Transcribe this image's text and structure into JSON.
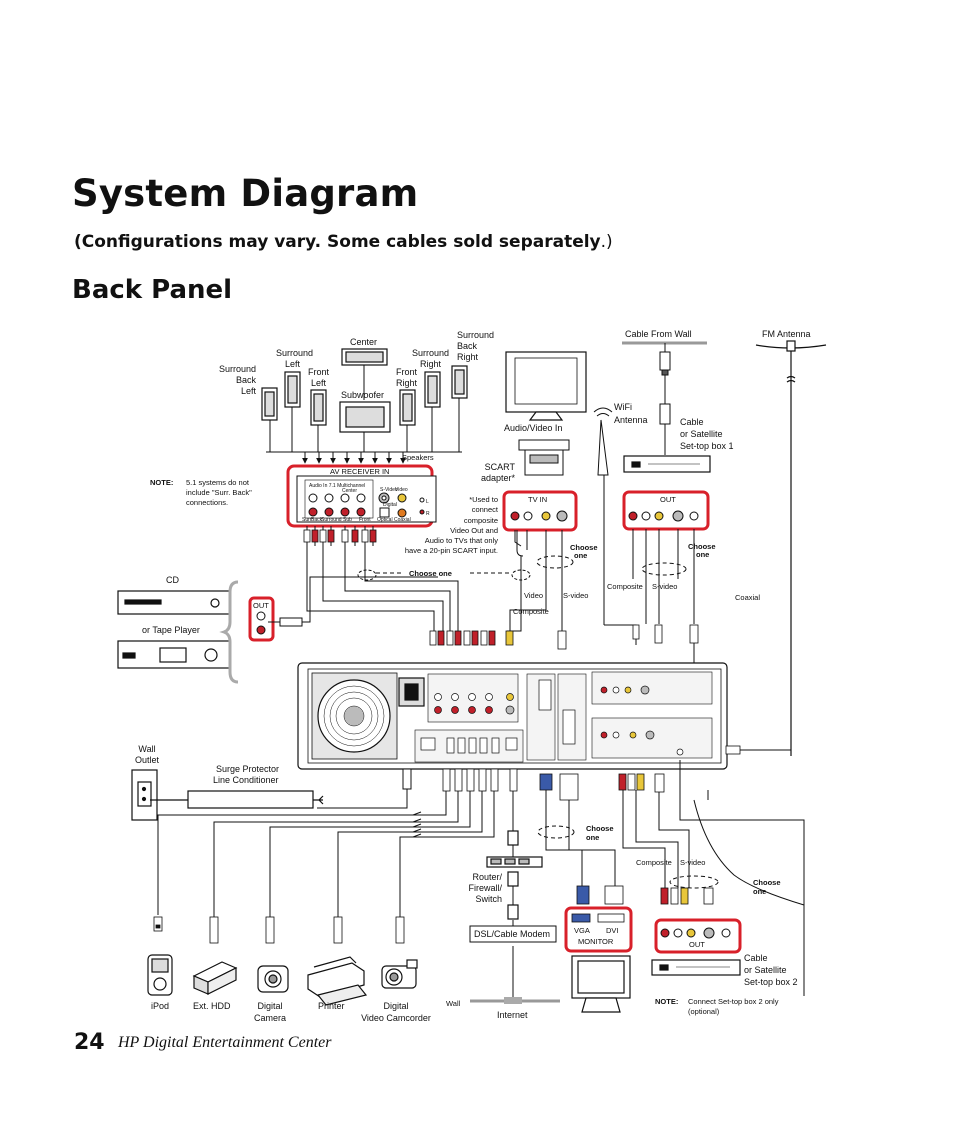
{
  "page": {
    "title": "System Diagram",
    "subtitle_bold": "(Configurations may vary. Some cables sold separately",
    "subtitle_tail": ".)",
    "section_title": "Back Panel",
    "page_number": "24",
    "footer_text": "HP Digital Entertainment Center"
  },
  "speakers": {
    "surround_back_left": [
      "Surround",
      "Back",
      "Left"
    ],
    "surround_left": [
      "Surround",
      "Left"
    ],
    "front_left": [
      "Front",
      "Left"
    ],
    "center": "Center",
    "subwoofer": "Subwoofer",
    "front_right": [
      "Front",
      "Right"
    ],
    "surround_right": [
      "Surround",
      "Right"
    ],
    "surround_back_right": [
      "Surround",
      "Back",
      "Right"
    ],
    "speakers_label": "Speakers"
  },
  "av_receiver": {
    "title": "AV RECEIVER IN",
    "inner_label": "Audio In 7.1 Multichannel",
    "inner_sub": "Center",
    "svideo": "S-Video",
    "video": "Video",
    "digital": "Digital",
    "optical": "Optical",
    "coaxial": "Coaxial",
    "ports": [
      "Surr",
      "Back",
      "Surround",
      "Sub",
      "Front"
    ],
    "side_marks": [
      "L",
      "R"
    ]
  },
  "notes": {
    "note_label": "NOTE:",
    "surround_note": [
      "5.1 systems do not",
      "include \"Surr. Back\"",
      "connections."
    ],
    "settop_note": [
      "Connect Set-top box 2 only",
      "(optional)"
    ],
    "scart_note": [
      "*Used to",
      "connect",
      "composite",
      "Video Out and",
      "Audio to TVs that only",
      "have a 20-pin SCART input."
    ]
  },
  "tv": {
    "audio_video_in": "Audio/Video In",
    "scart_adapter": [
      "SCART",
      "adapter*"
    ],
    "tv_in": "TV IN"
  },
  "settop1": {
    "cable_from_wall": "Cable From Wall",
    "fm_antenna": "FM Antenna",
    "wifi": [
      "WiFi",
      "Antenna"
    ],
    "label": [
      "Cable",
      "or Satellite",
      "Set-top box 1"
    ],
    "out": "OUT",
    "choose_one": [
      "Choose",
      "one"
    ],
    "composite": "Composite",
    "svideo": "S-video",
    "coaxial": "Coaxial"
  },
  "sources": {
    "cd": "CD",
    "tape": "or Tape Player",
    "out": "OUT",
    "choose_one": "Choose one",
    "video": "Video",
    "svideo": "S-video",
    "composite": "Composite",
    "choose_one_tv": [
      "Choose",
      "one"
    ]
  },
  "power": {
    "wall_outlet": [
      "Wall",
      "Outlet"
    ],
    "surge": [
      "Surge Protector",
      "Line Conditioner"
    ]
  },
  "network": {
    "router": [
      "Router/",
      "Firewall/",
      "Switch"
    ],
    "modem": "DSL/Cable Modem",
    "wall": "Wall",
    "internet": "Internet"
  },
  "monitor": {
    "choose_one": [
      "Choose",
      "one"
    ],
    "vga": "VGA",
    "dvi": "DVI",
    "label": "MONITOR"
  },
  "settop2": {
    "composite": "Composite",
    "svideo": "S-video",
    "choose_one": [
      "Choose",
      "one"
    ],
    "out": "OUT",
    "label": [
      "Cable",
      "or Satellite",
      "Set-top box 2"
    ]
  },
  "devices": {
    "ipod": "iPod",
    "ext_hdd": "Ext. HDD",
    "camera": [
      "Digital",
      "Camera"
    ],
    "printer": "Printer",
    "camcorder": [
      "Digital",
      "Video Camcorder"
    ]
  },
  "colors": {
    "highlight": "#d8202a",
    "line": "#111111",
    "panel_gray": "#d9d9d9",
    "white_jack": "#ffffff",
    "red_jack": "#c0202a",
    "yellow_jack": "#e8c63a"
  }
}
